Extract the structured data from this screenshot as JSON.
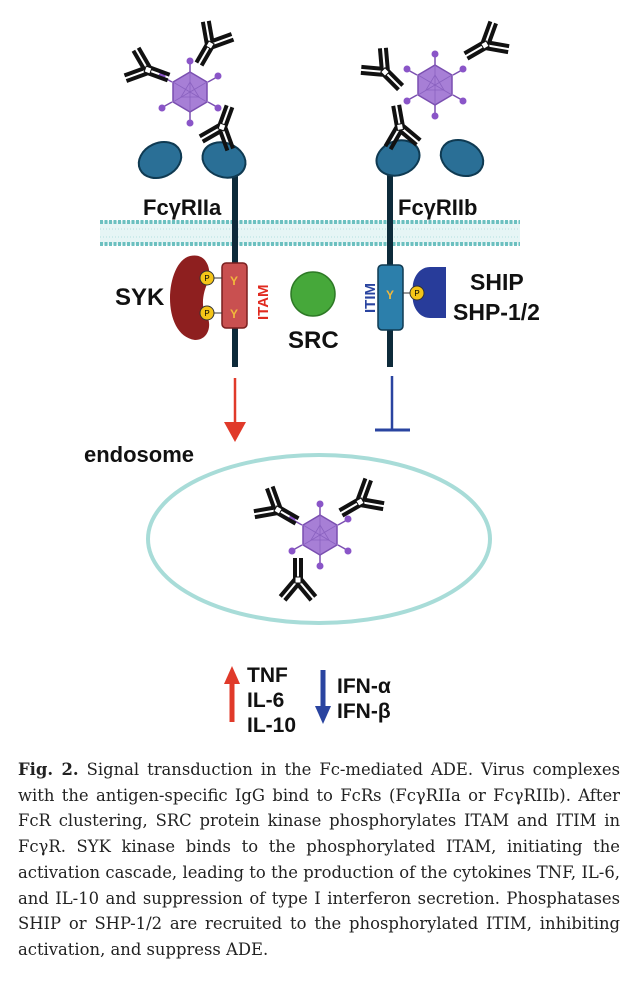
{
  "figure": {
    "receptor_a": "FcγRIIa",
    "receptor_b": "FcγRIIb",
    "syk": "SYK",
    "itam": "ITAM",
    "itim": "ITIM",
    "src": "SRC",
    "ship": "SHIP",
    "shp": "SHP-1/2",
    "phospho": "P",
    "tyrosine": "Y",
    "endosome": "endosome",
    "up_cytokines": [
      "TNF",
      "IL-6",
      "IL-10"
    ],
    "down_cytokines": [
      "IFN-α",
      "IFN-β"
    ],
    "colors": {
      "activating": "#e03a2a",
      "inhibitory": "#2a44a0",
      "receptor": "#2a6f96",
      "virus": "#9b6bc9",
      "src": "#46a83a",
      "syk": "#8e1f1f",
      "membrane": "#7cc8c8"
    }
  },
  "caption": {
    "label": "Fig. 2.",
    "text": "Signal transduction in the Fc-mediated ADE. Virus complexes with the antigen-specific IgG bind to FcRs (FcγRIIa or FcγRIIb). After FcR clustering, SRC protein kinase phos­phorylates ITAM and ITIM in FcγR. SYK kinase binds to the phosphorylated ITAM, initiating the activation cascade, lead­ing to the production of the cytokines TNF, IL-6, and IL-10 and suppression of type I interferon secretion. Phosphatases SHIP or SHP-1/2 are recruited to the phosphorylated ITIM, inhibiting activation, and suppress ADE."
  }
}
